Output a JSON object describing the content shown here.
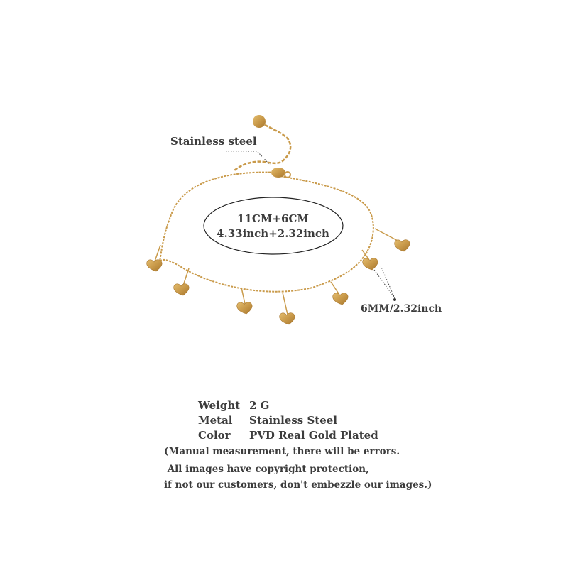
{
  "annotations": {
    "material_label": "Stainless steel",
    "length_metric": "11CM+6CM",
    "length_imperial": "4.33inch+2.32inch",
    "charm_size": "6MM/2.32inch"
  },
  "specs": [
    {
      "key": "Weight",
      "value": "2 G"
    },
    {
      "key": "Metal",
      "value": "Stainless Steel"
    },
    {
      "key": "Color",
      "value": "PVD Real Gold Plated"
    }
  ],
  "notes": [
    "(Manual measurement, there will be errors.",
    " All images have copyright protection,",
    "if not our customers, don't embezzle our images.)"
  ],
  "colors": {
    "gold": "#c99a4a",
    "gold_dark": "#a9772e",
    "text": "#3c3c3c"
  }
}
